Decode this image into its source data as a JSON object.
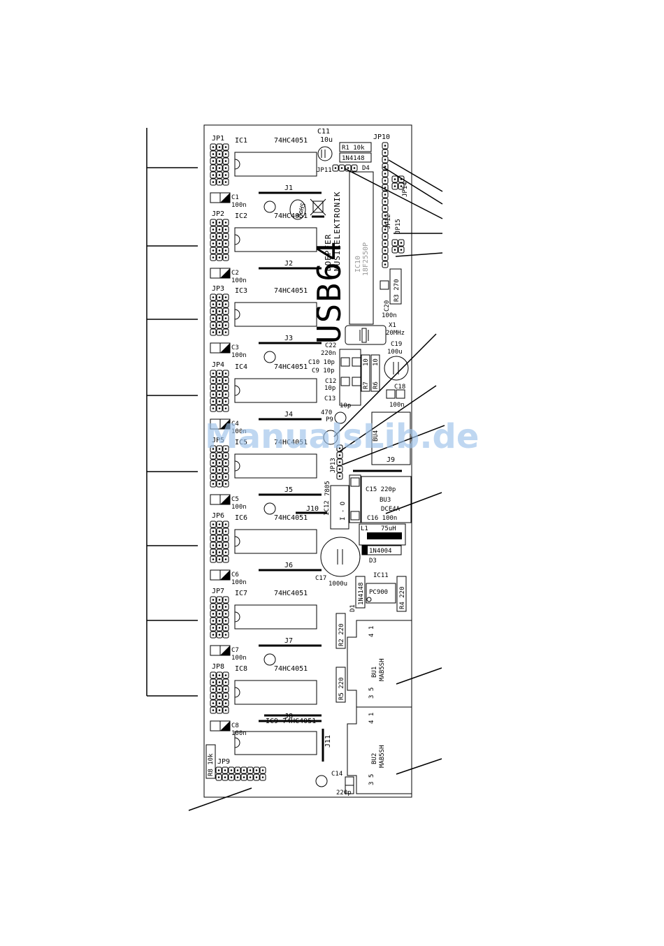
{
  "board": {
    "title": "USB64",
    "brand_line1": "DOEPFER",
    "brand_line2": "MUSIKELEKTRONIK",
    "rohs_label": "RoHS"
  },
  "watermark": "ManualsLib.de",
  "channels": [
    {
      "jp": "JP1",
      "ic": "IC1",
      "ic_type": "74HC4051",
      "cap": "C1",
      "cap_val": "100n",
      "jumper": "J1"
    },
    {
      "jp": "JP2",
      "ic": "IC2",
      "ic_type": "74HC4051",
      "cap": "C2",
      "cap_val": "100n",
      "jumper": "J2"
    },
    {
      "jp": "JP3",
      "ic": "IC3",
      "ic_type": "74HC4051",
      "cap": "C3",
      "cap_val": "100n",
      "jumper": "J3"
    },
    {
      "jp": "JP4",
      "ic": "IC4",
      "ic_type": "74HC4051",
      "cap": "C4",
      "cap_val": "100n",
      "jumper": "J4"
    },
    {
      "jp": "JP5",
      "ic": "IC5",
      "ic_type": "74HC4051",
      "cap": "C5",
      "cap_val": "100n",
      "jumper": "J5"
    },
    {
      "jp": "JP6",
      "ic": "IC6",
      "ic_type": "74HC4051",
      "cap": "C6",
      "cap_val": "100n",
      "jumper": "J6"
    },
    {
      "jp": "JP7",
      "ic": "IC7",
      "ic_type": "74HC4051",
      "cap": "C7",
      "cap_val": "100n",
      "jumper": "J7"
    },
    {
      "jp": "JP8",
      "ic": "IC8",
      "ic_type": "74HC4051",
      "cap": "C8",
      "cap_val": "100n",
      "jumper": "J8"
    }
  ],
  "parts": {
    "ic9": "IC9 74HC4051",
    "j10": "J10",
    "j11": "J11",
    "jp9": "JP9",
    "r8": "R8 10k",
    "c11": "C11",
    "c11_val": "10u",
    "r1": "R1 10k",
    "d4_part": "1N4148",
    "d4": "D4",
    "jp11": "JP11",
    "jp10": "JP10",
    "jp14": "JP14",
    "jp12": "JP12",
    "jp15": "JP15",
    "ic10": "IC10",
    "ic10_type": "18F2550P",
    "r3": "R3 270",
    "c20": "C20",
    "c20_val": "100n",
    "x1": "X1",
    "x1_val": "20MHz",
    "c22": "C22",
    "c22_val": "220n",
    "c19": "C19",
    "c19_val": "100u",
    "c10": "C10 10p",
    "c9": "C9 10p",
    "r7": "R7",
    "r7_val": "10",
    "r6": "R6",
    "r6_val": "10",
    "c12": "C12",
    "c12_val": "10p",
    "c13": "C13",
    "c13_val": "10p",
    "c18": "C18",
    "c18_val": "100n",
    "p9_val": "470",
    "p9": "P9",
    "jp13": "JP13",
    "bu4": "BU4",
    "j9": "J9",
    "ic12": "IC12",
    "ic12_type": "7805",
    "ic12_pins": "I - O",
    "c15": "C15 220p",
    "bu3": "BU3",
    "bu3_type": "DCE4A",
    "c16": "C16 100n",
    "l1": "L1",
    "l1_val": "75uH",
    "d3_part": "1N4004",
    "d3": "D3",
    "c17": "C17",
    "c17_val": "1000u",
    "ic11": "IC11",
    "ic11_type": "PC900",
    "d1": "D1",
    "d1_part": "1N4148",
    "r4": "R4 220",
    "r2": "R2 220",
    "r5": "R5 220",
    "bu1": "BU1",
    "bu2": "BU2",
    "din_type": "MAB5SH",
    "din_pins_top": "4  1",
    "din_pins_bot": "3  5",
    "c14": "C14",
    "c14_val": "220p"
  }
}
